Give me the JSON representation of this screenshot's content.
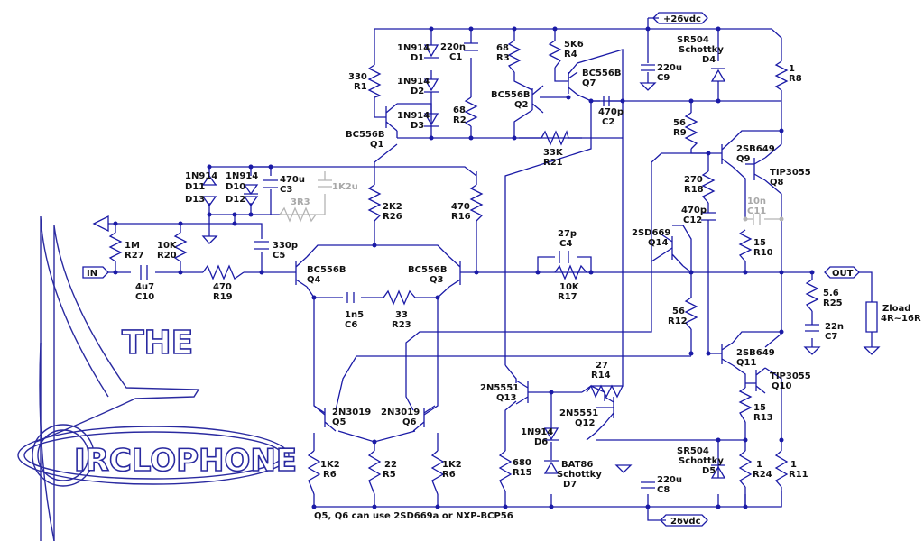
{
  "supply": {
    "positive": "+26vdc",
    "negative": "26vdc"
  },
  "ports": {
    "input": "IN",
    "output": "OUT"
  },
  "load": {
    "name": "Zload",
    "range": "4R~16R"
  },
  "note": "Q5, Q6 can use 2SD669a or NXP-BCP56",
  "logo": {
    "the": "THE",
    "irclophone": "IRCLOPHONE"
  },
  "labels": {
    "R1": [
      "330",
      "R1"
    ],
    "R2": [
      "68",
      "R2"
    ],
    "R3": [
      "68",
      "R3"
    ],
    "R4": [
      "5K6",
      "R4"
    ],
    "R5": [
      "22",
      "R5"
    ],
    "R6a": [
      "1K2",
      "R6"
    ],
    "R6b": [
      "1K2",
      "R6"
    ],
    "R8": [
      "1",
      "R8"
    ],
    "R9": [
      "56",
      "R9"
    ],
    "R10": [
      "15",
      "R10"
    ],
    "R11": [
      "1",
      "R11"
    ],
    "R12": [
      "56",
      "R12"
    ],
    "R13": [
      "15",
      "R13"
    ],
    "R14": [
      "27",
      "R14"
    ],
    "R15": [
      "680",
      "R15"
    ],
    "R16": [
      "470",
      "R16"
    ],
    "R17": [
      "10K",
      "R17"
    ],
    "R18": [
      "270",
      "R18"
    ],
    "R19": [
      "470",
      "R19"
    ],
    "R20": [
      "10K",
      "R20"
    ],
    "R21": [
      "33K",
      "R21"
    ],
    "R23": [
      "33",
      "R23"
    ],
    "R24": [
      "1",
      "R24"
    ],
    "R25": [
      "5.6",
      "R25"
    ],
    "R26": [
      "2K2",
      "R26"
    ],
    "R27": [
      "1M",
      "R27"
    ],
    "R3R3": [
      "3R3",
      ""
    ],
    "C1": [
      "220n",
      "C1"
    ],
    "C2": [
      "470p",
      "C2"
    ],
    "C3": [
      "470u",
      "C3"
    ],
    "C4": [
      "27p",
      "C4"
    ],
    "C5": [
      "330p",
      "C5"
    ],
    "C6": [
      "1n5",
      "C6"
    ],
    "C7": [
      "22n",
      "C7"
    ],
    "C8": [
      "220u",
      "C8"
    ],
    "C9": [
      "220u",
      "C9"
    ],
    "C10": [
      "4u7",
      "C10"
    ],
    "C11": [
      "10n",
      "C11"
    ],
    "C12": [
      "470p",
      "C12"
    ],
    "C1K2": [
      "1K2u",
      ""
    ],
    "D1": [
      "1N914",
      "D1"
    ],
    "D2": [
      "1N914",
      "D2"
    ],
    "D3": [
      "1N914",
      "D3"
    ],
    "D4": [
      "SR504",
      "Schottky",
      "D4"
    ],
    "D5": [
      "SR504",
      "Schottky",
      "D5"
    ],
    "D6": [
      "1N914",
      "D6"
    ],
    "D7": [
      "BAT86",
      "Schottky",
      "D7"
    ],
    "D1011": [
      "1N914",
      "D10",
      "D12"
    ],
    "D1113": [
      "1N914",
      "D11",
      "D13"
    ],
    "Q1": [
      "BC556B",
      "Q1"
    ],
    "Q2": [
      "BC556B",
      "Q2"
    ],
    "Q3": [
      "BC556B",
      "Q3"
    ],
    "Q4": [
      "BC556B",
      "Q4"
    ],
    "Q5": [
      "2N3019",
      "Q5"
    ],
    "Q6": [
      "2N3019",
      "Q6"
    ],
    "Q7": [
      "BC556B",
      "Q7"
    ],
    "Q8": [
      "TIP3055",
      "Q8"
    ],
    "Q9": [
      "2SB649",
      "Q9"
    ],
    "Q10": [
      "TIP3055",
      "Q10"
    ],
    "Q11": [
      "2SB649",
      "Q11"
    ],
    "Q12": [
      "2N5551",
      "Q12"
    ],
    "Q13": [
      "2N5551",
      "Q13"
    ],
    "Q14": [
      "2SD669",
      "Q14"
    ]
  }
}
